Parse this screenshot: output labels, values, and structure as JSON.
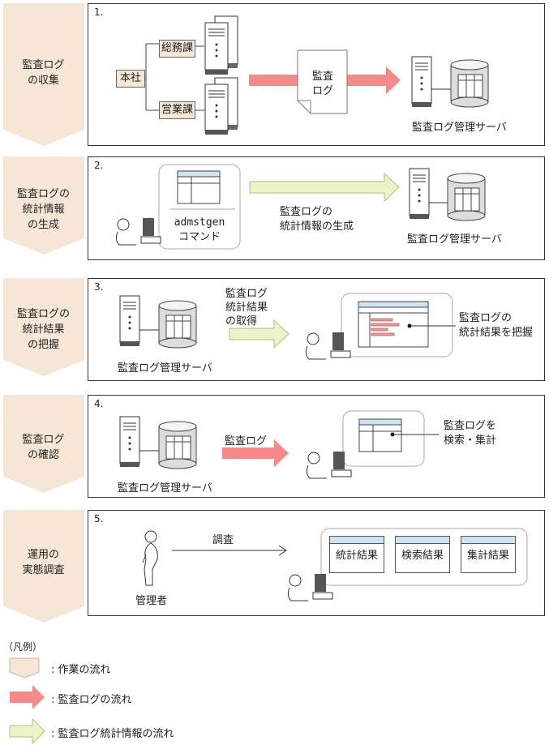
{
  "steps": [
    {
      "num": "1.",
      "label_lines": [
        "監査ログ",
        "の収集"
      ]
    },
    {
      "num": "2.",
      "label_lines": [
        "監査ログの",
        "統計情報",
        "の生成"
      ]
    },
    {
      "num": "3.",
      "label_lines": [
        "監査ログの",
        "統計結果",
        "の把握"
      ]
    },
    {
      "num": "4.",
      "label_lines": [
        "監査ログ",
        "の確認"
      ]
    },
    {
      "num": "5.",
      "label_lines": [
        "運用の",
        "実態調査"
      ]
    }
  ],
  "panel1": {
    "honsha": "本社",
    "somuka": "総務課",
    "eigyoka": "営業課",
    "doc_lines": [
      "監査",
      "ログ"
    ],
    "server_label": "監査ログ管理サーバ"
  },
  "panel2": {
    "command_lines": [
      "admstgen",
      "コマンド"
    ],
    "arrow_lines": [
      "監査ログの",
      "統計情報の生成"
    ],
    "server_label": "監査ログ管理サーバ"
  },
  "panel3": {
    "server_label": "監査ログ管理サーバ",
    "arrow_lines": [
      "監査ログ",
      "統計結果",
      "の取得"
    ],
    "callout_lines": [
      "監査ログの",
      "統計結果を把握"
    ]
  },
  "panel4": {
    "server_label": "監査ログ管理サーバ",
    "arrow_label": "監査ログ",
    "callout_lines": [
      "監査ログを",
      "検索・集計"
    ]
  },
  "panel5": {
    "admin_label": "管理者",
    "arrow_label": "調査",
    "windows": [
      "統計結果",
      "検索結果",
      "集計結果"
    ]
  },
  "legend": {
    "title": "（凡例）",
    "items": [
      ": 作業の流れ",
      ": 監査ログの流れ",
      ": 監査ログ統計情報の流れ"
    ]
  },
  "colors": {
    "work_flow": "#f6e6d6",
    "log_flow": "#f48a8a",
    "stats_flow": "#eef2c8"
  }
}
